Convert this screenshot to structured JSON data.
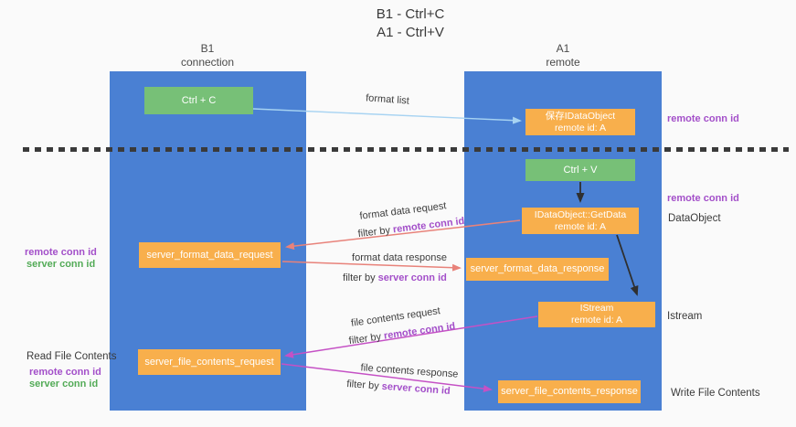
{
  "title": {
    "line1": "B1 - Ctrl+C",
    "line2": "A1 - Ctrl+V"
  },
  "lanes": {
    "left": {
      "title": "B1",
      "subtitle": "connection"
    },
    "right": {
      "title": "A1",
      "subtitle": "remote"
    }
  },
  "nodes": {
    "ctrl_c": {
      "label": "Ctrl + C"
    },
    "ctrl_v": {
      "label": "Ctrl + V"
    },
    "save_dataobject": {
      "line1": "保存IDataObject",
      "line2": "remote id: A"
    },
    "getdata": {
      "line1": "IDataObject::GetData",
      "line2": "remote id: A"
    },
    "istream": {
      "line1": "IStream",
      "line2": "remote id: A"
    },
    "server_format_data_request": {
      "label": "server_format_data_request"
    },
    "server_format_data_response": {
      "label": "server_format_data_response"
    },
    "server_file_contents_request": {
      "label": "server_file_contents_request"
    },
    "server_file_contents_response": {
      "label": "server_file_contents_response"
    }
  },
  "arrows": {
    "format_list": "format list",
    "format_data_request": "format data request",
    "format_data_response": "format data response",
    "file_contents_request": "file contents request",
    "file_contents_response": "file contents response"
  },
  "labels": {
    "filter_by": "filter by ",
    "remote_conn_id": "remote conn id",
    "server_conn_id": "server conn id",
    "dataobject": "DataObject",
    "istream": "Istream",
    "read_file_contents": "Read File Contents",
    "write_file_contents": "Write File Contents"
  },
  "colors": {
    "lane_blue": "#4a80d3",
    "box_green": "#77c077",
    "box_orange": "#f8af4c",
    "arrow_light_blue": "#a7d3f2",
    "arrow_salmon": "#e8827a",
    "arrow_magenta": "#c551c5",
    "text_purple": "#a34fc9",
    "text_green": "#53ab57",
    "dash_black": "#3a3a3a"
  }
}
